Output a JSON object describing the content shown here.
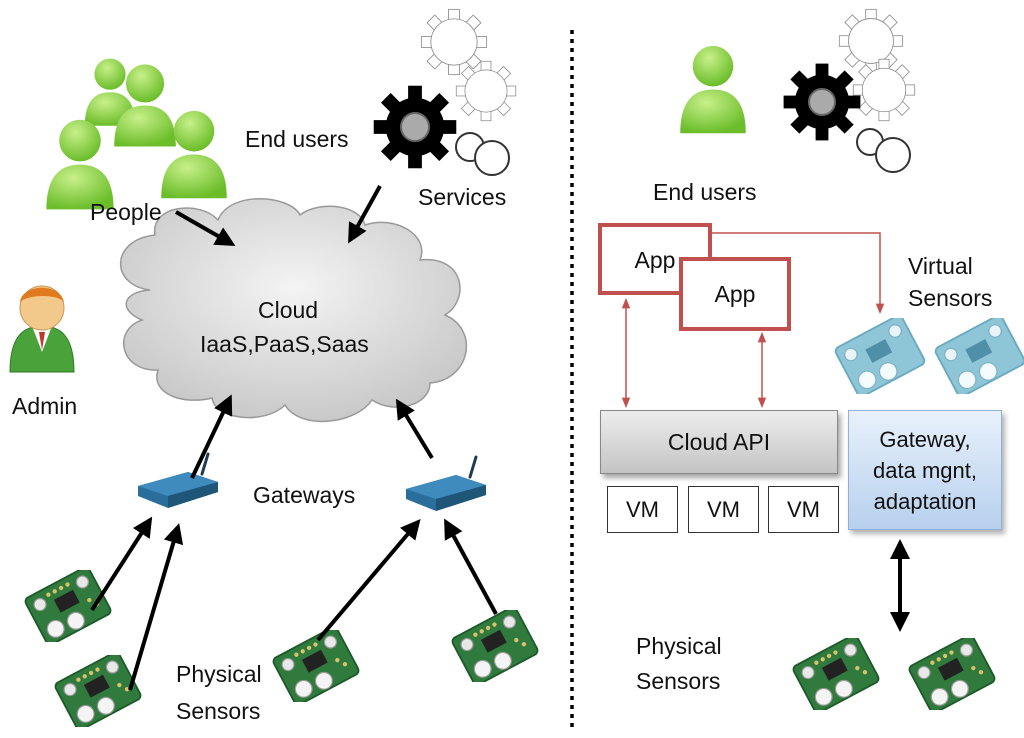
{
  "left": {
    "end_users_label": "End users",
    "people_label": "People",
    "services_label": "Services",
    "cloud_line1": "Cloud",
    "cloud_line2": "IaaS,PaaS,Saas",
    "admin_label": "Admin",
    "gateways_label": "Gateways",
    "physical_sensors_line1": "Physical",
    "physical_sensors_line2": "Sensors"
  },
  "right": {
    "end_users_label": "End users",
    "app_label_1": "App",
    "app_label_2": "App",
    "virtual_sensors_line1": "Virtual",
    "virtual_sensors_line2": "Sensors",
    "cloud_api_label": "Cloud API",
    "vm_labels": [
      "VM",
      "VM",
      "VM"
    ],
    "gateway_line1": "Gateway,",
    "gateway_line2": "data mgnt,",
    "gateway_line3": "adaptation",
    "physical_sensors_line1": "Physical",
    "physical_sensors_line2": "Sensors"
  },
  "colors": {
    "person_green": "#7ecb3a",
    "admin_skin": "#f2c98a",
    "admin_shirt": "#4aa33a",
    "app_border": "#c0504d",
    "arrow_red": "#c0504d",
    "sensor_green": "#2f7a3c",
    "virtual_sensor_blue": "#8ec6d8",
    "router_blue": "#2a6f9c",
    "gateway_fill": "#c6dbf2"
  },
  "icons": [
    "people-icon",
    "gear-icon",
    "admin-icon",
    "router-icon",
    "sensor-board-icon",
    "virtual-sensor-icon",
    "cloud-shape"
  ]
}
